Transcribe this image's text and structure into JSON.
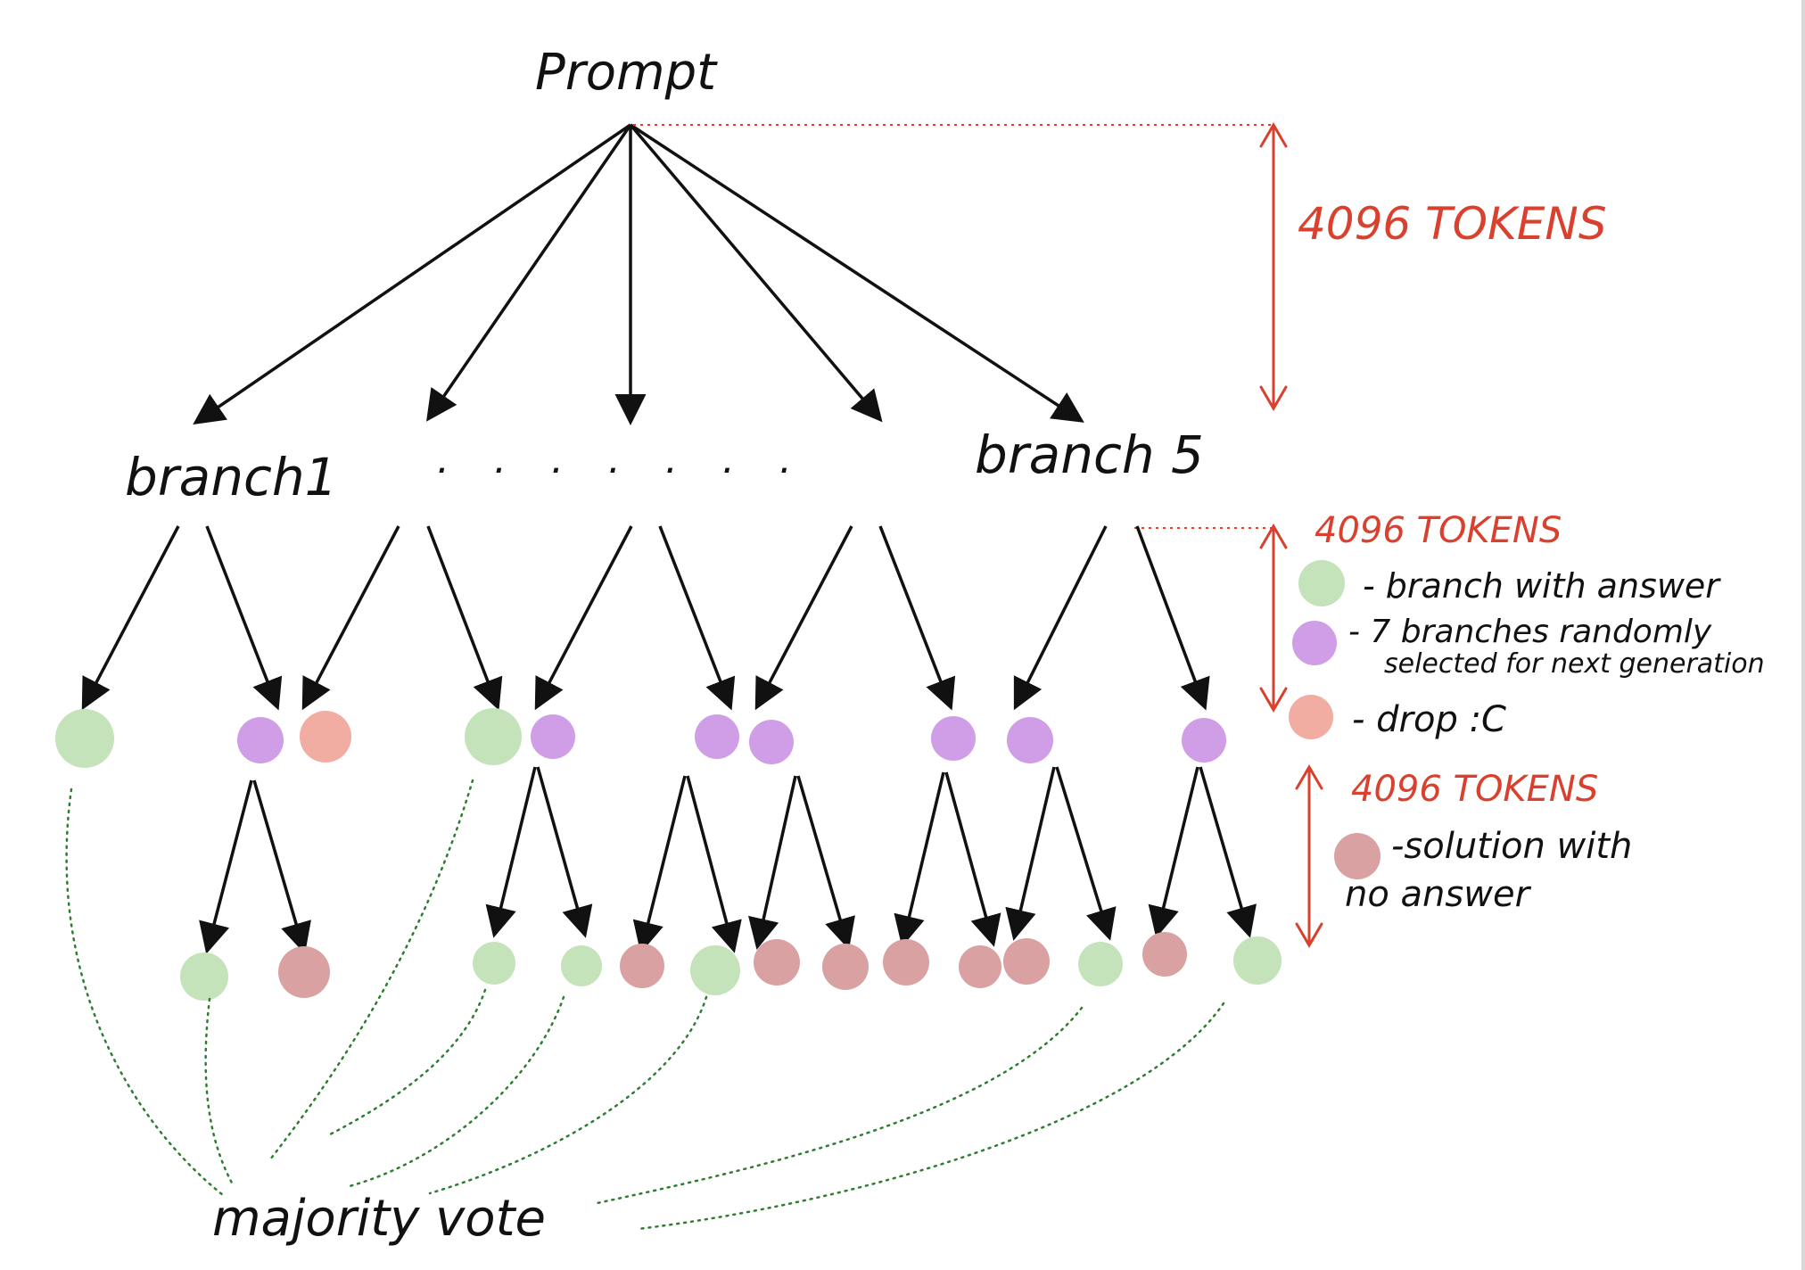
{
  "labels": {
    "prompt": "Prompt",
    "branch_first": "branch1",
    "branch_last": "branch 5",
    "ellipsis": ". . . . . . .",
    "majority_vote": "majority vote"
  },
  "token_annotations": {
    "level1": "4096 TOKENS",
    "level2": "4096 TOKENS",
    "level3": "4096 TOKENS"
  },
  "legend": {
    "answer": "- branch with answer",
    "selected_line1": "- 7 branches randomly",
    "selected_line2": "selected for next generation",
    "drop": "- drop :C",
    "no_answer_line1": "-solution with",
    "no_answer_line2": "no answer"
  },
  "colors": {
    "answer": "#c5e3bb",
    "selected": "#cf9ee6",
    "drop": "#f2ada2",
    "no_answer": "#d9a1a1",
    "accent": "#d9402e",
    "vote_line": "#2e7d32",
    "ink": "#111111"
  }
}
